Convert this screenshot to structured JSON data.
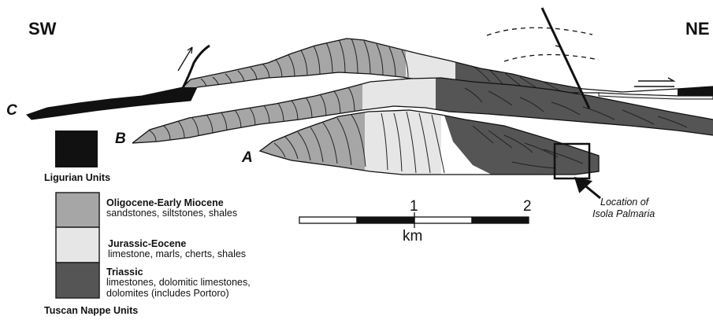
{
  "orientation": {
    "left": "SW",
    "right": "NE"
  },
  "profiles": [
    "C",
    "B",
    "A"
  ],
  "colors": {
    "ligurian": "#111111",
    "oligocene": "#a6a6a6",
    "jurassic": "#e6e6e6",
    "triassic": "#555555"
  },
  "legend": {
    "ligurian": {
      "title": "Ligurian Units"
    },
    "oligocene": {
      "title": "Oligocene-Early Miocene",
      "desc": "sandstones, siltstones, shales"
    },
    "jurassic": {
      "title": "Jurassic-Eocene",
      "desc": "limestone, marls, cherts, shales"
    },
    "triassic": {
      "title": "Triassic",
      "desc_lines": [
        "limestones, dolomitic limestones,",
        "dolomites (includes Portoro)"
      ]
    },
    "group_title": "Tuscan Nappe Units"
  },
  "scale": {
    "ticks": [
      "1",
      "2"
    ],
    "unit": "km"
  },
  "location": {
    "lines": [
      "Location of",
      "Isola Palmaria"
    ]
  }
}
